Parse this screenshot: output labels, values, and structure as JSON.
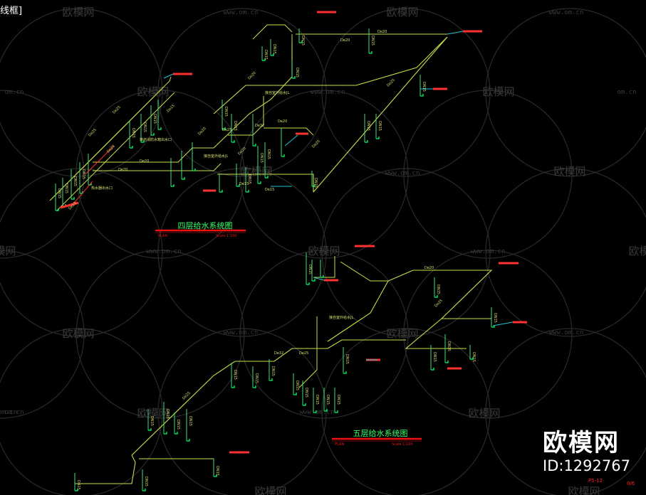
{
  "window": {
    "corner_label": "线框]"
  },
  "watermark": {
    "text_cn": "欧模网",
    "text_url": "www.om.cn",
    "text_short": "om.cn"
  },
  "brand": {
    "name": "欧模网",
    "id": "ID:1292767"
  },
  "colors": {
    "background": "#000000",
    "main_pipe": "#c8e04a",
    "riser": "#3ee07a",
    "fixture": "#00ff66",
    "pipe_red": "#ff3030",
    "label_red": "#ee1111",
    "cyan": "#22c8d8",
    "watermark": "#2a2a2a",
    "pipe_label": "#d8e070",
    "title": "#33ff66"
  },
  "diagrams": [
    {
      "title": "四层给水系统图",
      "plan_label": "PLAN",
      "scale_label": "Scale 1:100"
    },
    {
      "title": "五层给水系统图",
      "plan_label": "PLAN",
      "scale_label": "Scale 1:100"
    }
  ],
  "pipe_labels": {
    "de20": "De20",
    "de25": "De25",
    "de32": "De32",
    "dn15": "DN15",
    "de15": "De15"
  },
  "annotations": {
    "riser_a": "接自室外给水JL",
    "riser_b": "接自室外给水JL",
    "pump": "接自消防水箱出水口",
    "heater": "热水器出水口",
    "floor5_riser": "接自室外给水JL"
  },
  "sheet": {
    "code": "P5-12",
    "page": "0/6"
  }
}
